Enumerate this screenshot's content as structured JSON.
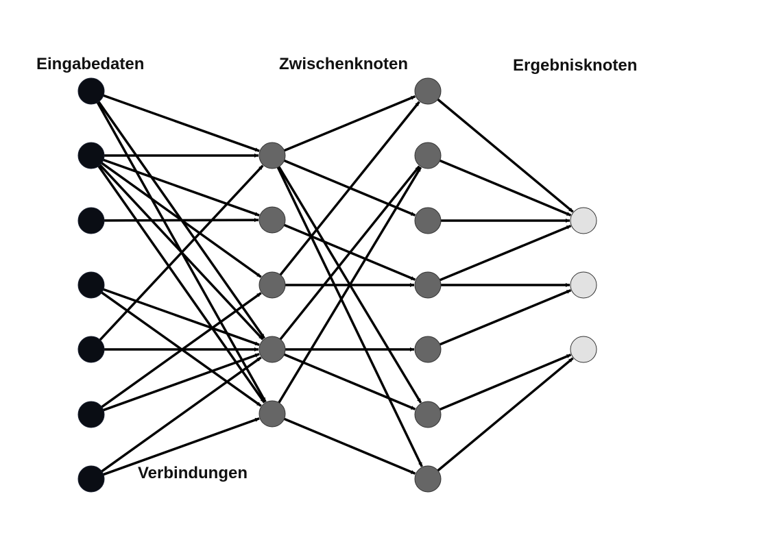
{
  "labels": {
    "input": "Eingabedaten",
    "hidden": "Zwischenknoten",
    "output": "Ergebnisknoten",
    "connections": "Verbindungen"
  },
  "colors": {
    "input_node": "#0a0d14",
    "hidden_node": "#666666",
    "output_node": "#e2e2e2",
    "edge": "#000000"
  },
  "layers": [
    {
      "name": "input",
      "count": 7
    },
    {
      "name": "hidden1",
      "count": 5
    },
    {
      "name": "hidden2",
      "count": 7
    },
    {
      "name": "output",
      "count": 3
    }
  ],
  "edges": [
    [
      [
        0,
        0
      ],
      [
        0,
        3
      ],
      [
        0,
        4
      ],
      [
        1,
        0
      ],
      [
        1,
        1
      ],
      [
        1,
        2
      ],
      [
        1,
        3
      ],
      [
        1,
        4
      ],
      [
        2,
        1
      ],
      [
        3,
        3
      ],
      [
        3,
        4
      ],
      [
        4,
        0
      ],
      [
        4,
        3
      ],
      [
        5,
        2
      ],
      [
        5,
        3
      ],
      [
        6,
        3
      ],
      [
        6,
        4
      ]
    ],
    [
      [
        0,
        0
      ],
      [
        0,
        2
      ],
      [
        0,
        5
      ],
      [
        0,
        6
      ],
      [
        1,
        3
      ],
      [
        2,
        0
      ],
      [
        2,
        3
      ],
      [
        3,
        1
      ],
      [
        3,
        4
      ],
      [
        3,
        5
      ],
      [
        4,
        1
      ],
      [
        4,
        6
      ]
    ],
    [
      [
        0,
        0
      ],
      [
        1,
        0
      ],
      [
        2,
        0
      ],
      [
        3,
        0
      ],
      [
        3,
        1
      ],
      [
        4,
        1
      ],
      [
        5,
        2
      ],
      [
        6,
        2
      ]
    ]
  ]
}
